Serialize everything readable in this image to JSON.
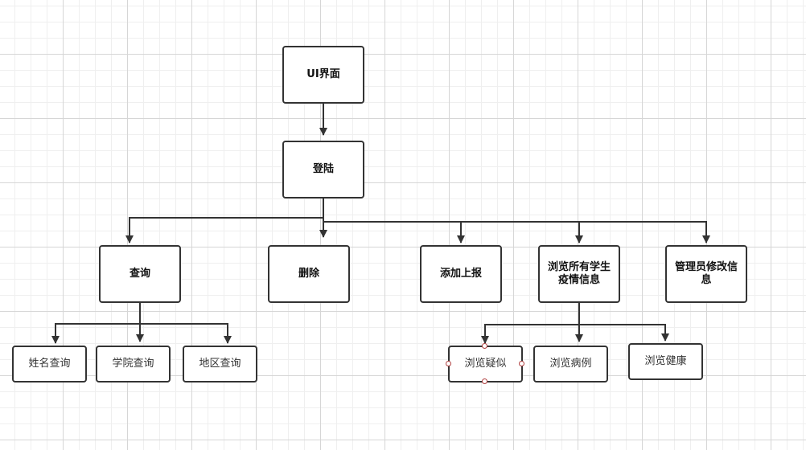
{
  "nodes": {
    "ui": "UI界面",
    "login": "登陆",
    "query": "查询",
    "delete": "删除",
    "add_report": "添加上报",
    "browse_all": "浏览所有学生疫情信息",
    "admin_edit": "管理员修改信息",
    "name_query": "姓名查询",
    "college_query": "学院查询",
    "region_query": "地区查询",
    "browse_suspected": "浏览疑似",
    "browse_cases": "浏览病例",
    "browse_healthy": "浏览健康"
  },
  "colors": {
    "stroke": "#333333",
    "selection_handle": "#b04040"
  }
}
